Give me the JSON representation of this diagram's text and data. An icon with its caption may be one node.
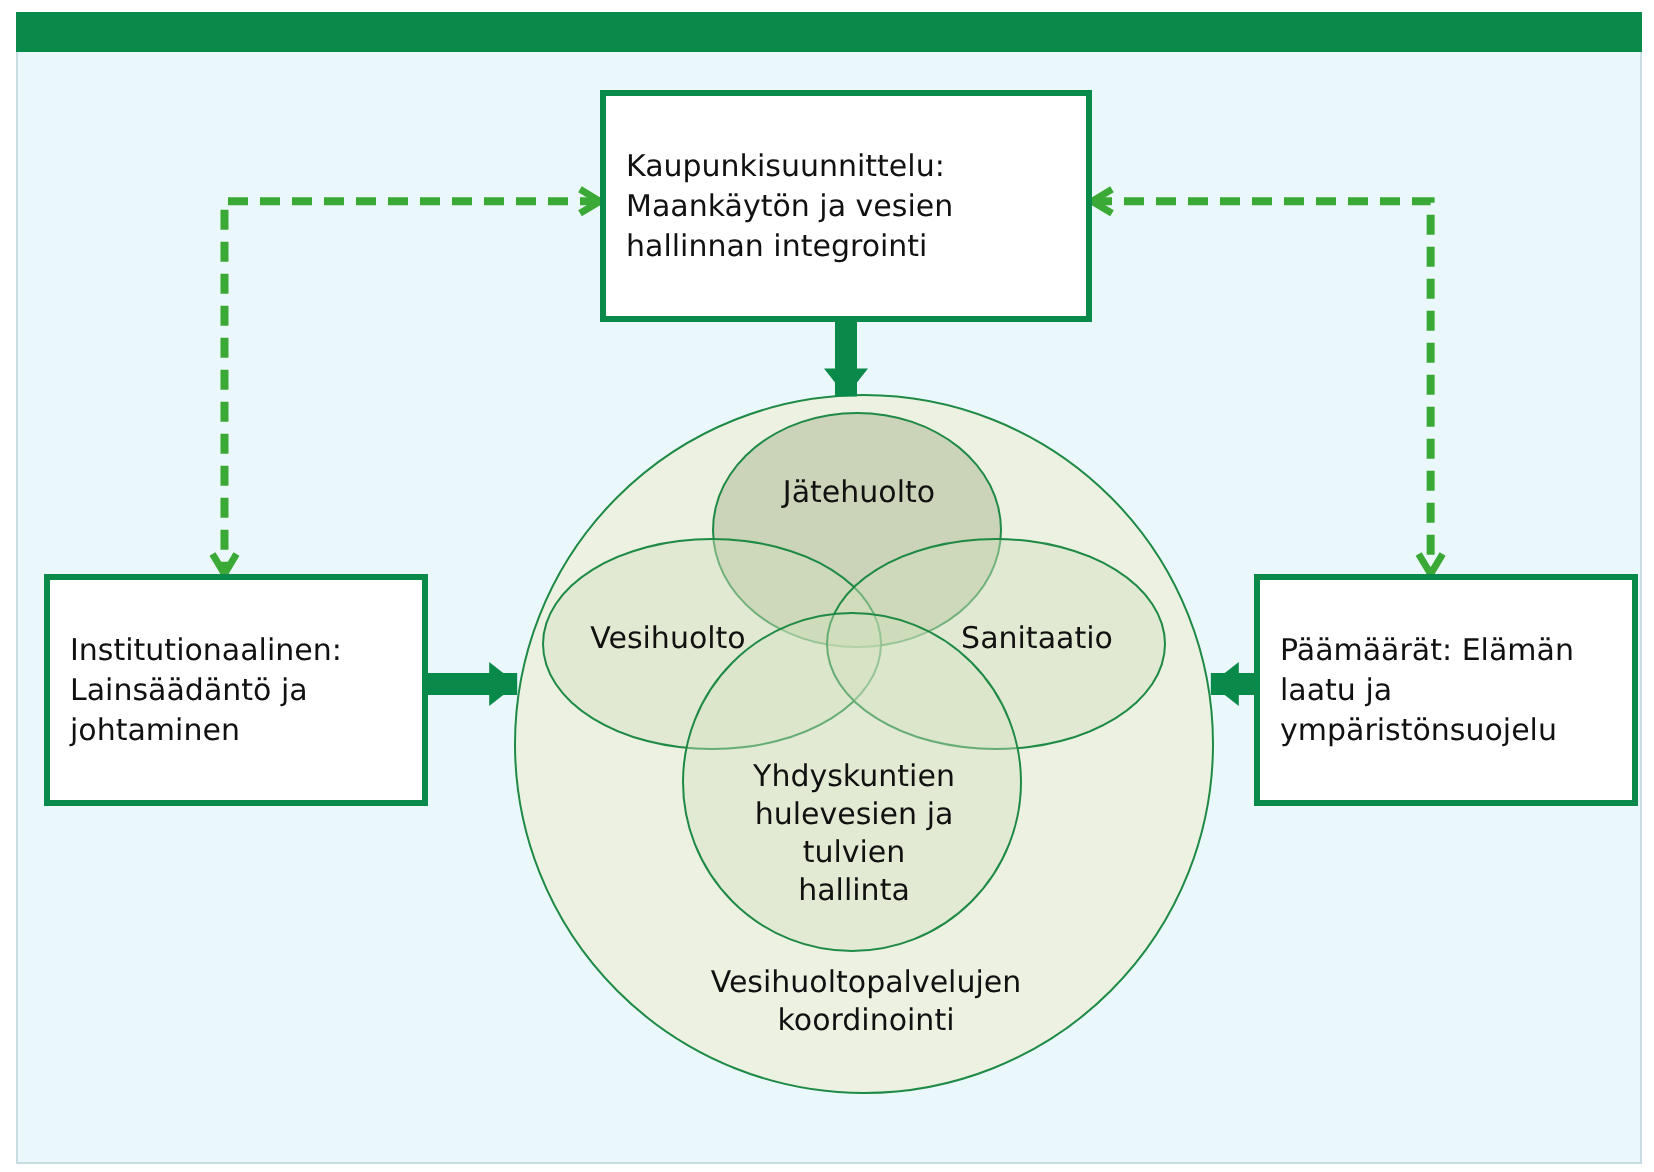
{
  "diagram": {
    "nodes": [
      {
        "text": [
          "Kaupunkisuunnittelu: Maankäytön ja vesien hallinnan integrointi"
        ]
      },
      {
        "text": [
          "Institutionaalinen: Lainsäädäntö ja johtaminen"
        ]
      },
      {
        "text": [
          "Päämäärät: Elämän laatu ja ympäristönsuojelu"
        ]
      },
      {
        "text": [
          "Vesihuoltopalvelujen koordinointi"
        ]
      },
      {
        "text": [
          "Jätehuolto"
        ],
        "in": 3
      },
      {
        "text": [
          "Vesihuolto"
        ],
        "in": 3
      },
      {
        "text": [
          "Sanitaatio"
        ],
        "in": 3
      },
      {
        "text": [
          "Yhdyskuntien hulevesien ja tulvien hallinta"
        ],
        "in": 3
      }
    ],
    "edges": [
      {
        "from": 0,
        "to": 1,
        "arrow": "both",
        "style": "dashed",
        "color": "#3aa935"
      },
      {
        "from": 0,
        "to": 2,
        "arrow": "both",
        "style": "dashed",
        "color": "#3aa935"
      },
      {
        "from": 0,
        "to": 3,
        "arrow": "to"
      },
      {
        "from": 1,
        "to": 3,
        "arrow": "to"
      },
      {
        "from": 2,
        "to": 3,
        "arrow": "to"
      }
    ]
  }
}
